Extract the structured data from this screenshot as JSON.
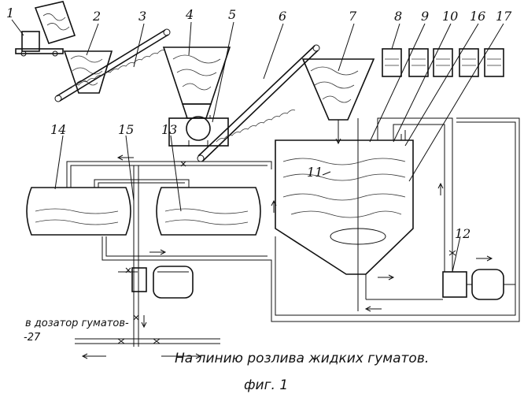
{
  "figure": {
    "labels": {
      "l1": "1",
      "l2": "2",
      "l3": "3",
      "l4": "4",
      "l5": "5",
      "l6": "6",
      "l7": "7",
      "l8": "8",
      "l9": "9",
      "l10": "10",
      "l16": "16",
      "l17": "17",
      "l14": "14",
      "l15": "15",
      "l13": "13",
      "l11": "11",
      "l12": "12"
    },
    "dosing_note_line1": "в дозатор гуматов-",
    "dosing_note_line2": "-27",
    "caption": "На линию розлива жидких гуматов.",
    "figure_number": "фиг. 1"
  }
}
